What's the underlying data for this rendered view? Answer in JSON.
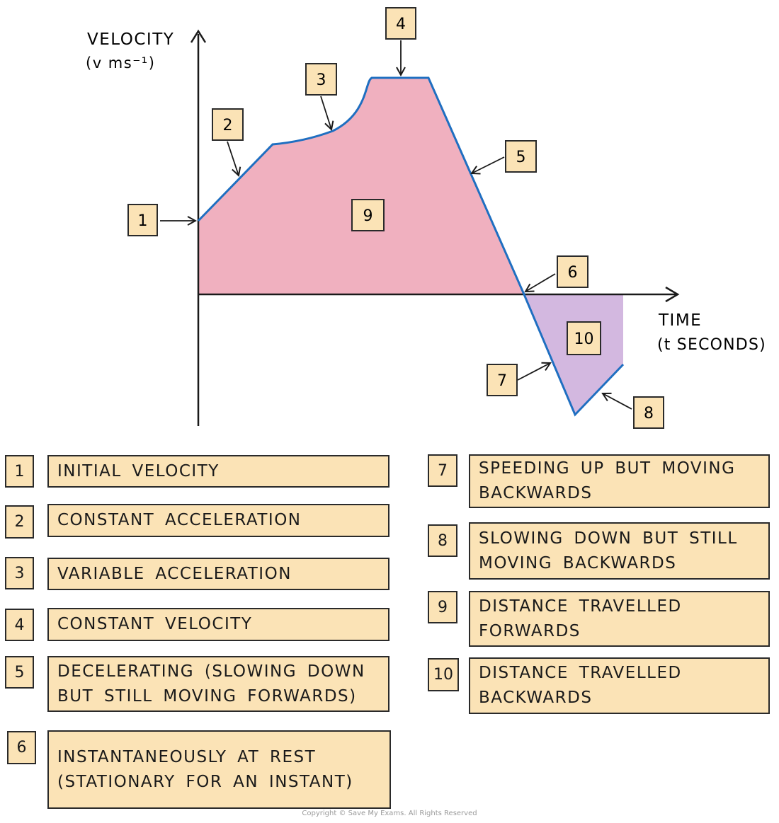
{
  "graph": {
    "y_axis_label": "VELOCITY",
    "y_axis_unit": "(v ms⁻¹)",
    "x_axis_label": "TIME",
    "x_axis_unit": "(t SECONDS)",
    "callouts": [
      "1",
      "2",
      "3",
      "4",
      "5",
      "6",
      "7",
      "8",
      "9",
      "10"
    ]
  },
  "colors": {
    "line": "#1f6fc1",
    "forward_area": "#f0b0bf",
    "backward_area": "#d3b8e0",
    "label_fill": "#fbe3b6",
    "axis": "#1a1a1a"
  },
  "key": [
    {
      "num": "1",
      "text": "INITIAL VELOCITY"
    },
    {
      "num": "2",
      "text": "CONSTANT ACCELERATION"
    },
    {
      "num": "3",
      "text": "VARIABLE ACCELERATION"
    },
    {
      "num": "4",
      "text": "CONSTANT VELOCITY"
    },
    {
      "num": "5",
      "text": "DECELERATING (SLOWING DOWN BUT STILL MOVING FORWARDS)"
    },
    {
      "num": "6",
      "text": "INSTANTANEOUSLY AT REST (STATIONARY FOR AN INSTANT)"
    },
    {
      "num": "7",
      "text": "SPEEDING UP BUT MOVING BACKWARDS"
    },
    {
      "num": "8",
      "text": "SLOWING DOWN BUT STILL MOVING BACKWARDS"
    },
    {
      "num": "9",
      "text": "DISTANCE TRAVELLED FORWARDS"
    },
    {
      "num": "10",
      "text": "DISTANCE TRAVELLED BACKWARDS"
    }
  ],
  "copyright": "Copyright © Save My Exams. All Rights Reserved"
}
